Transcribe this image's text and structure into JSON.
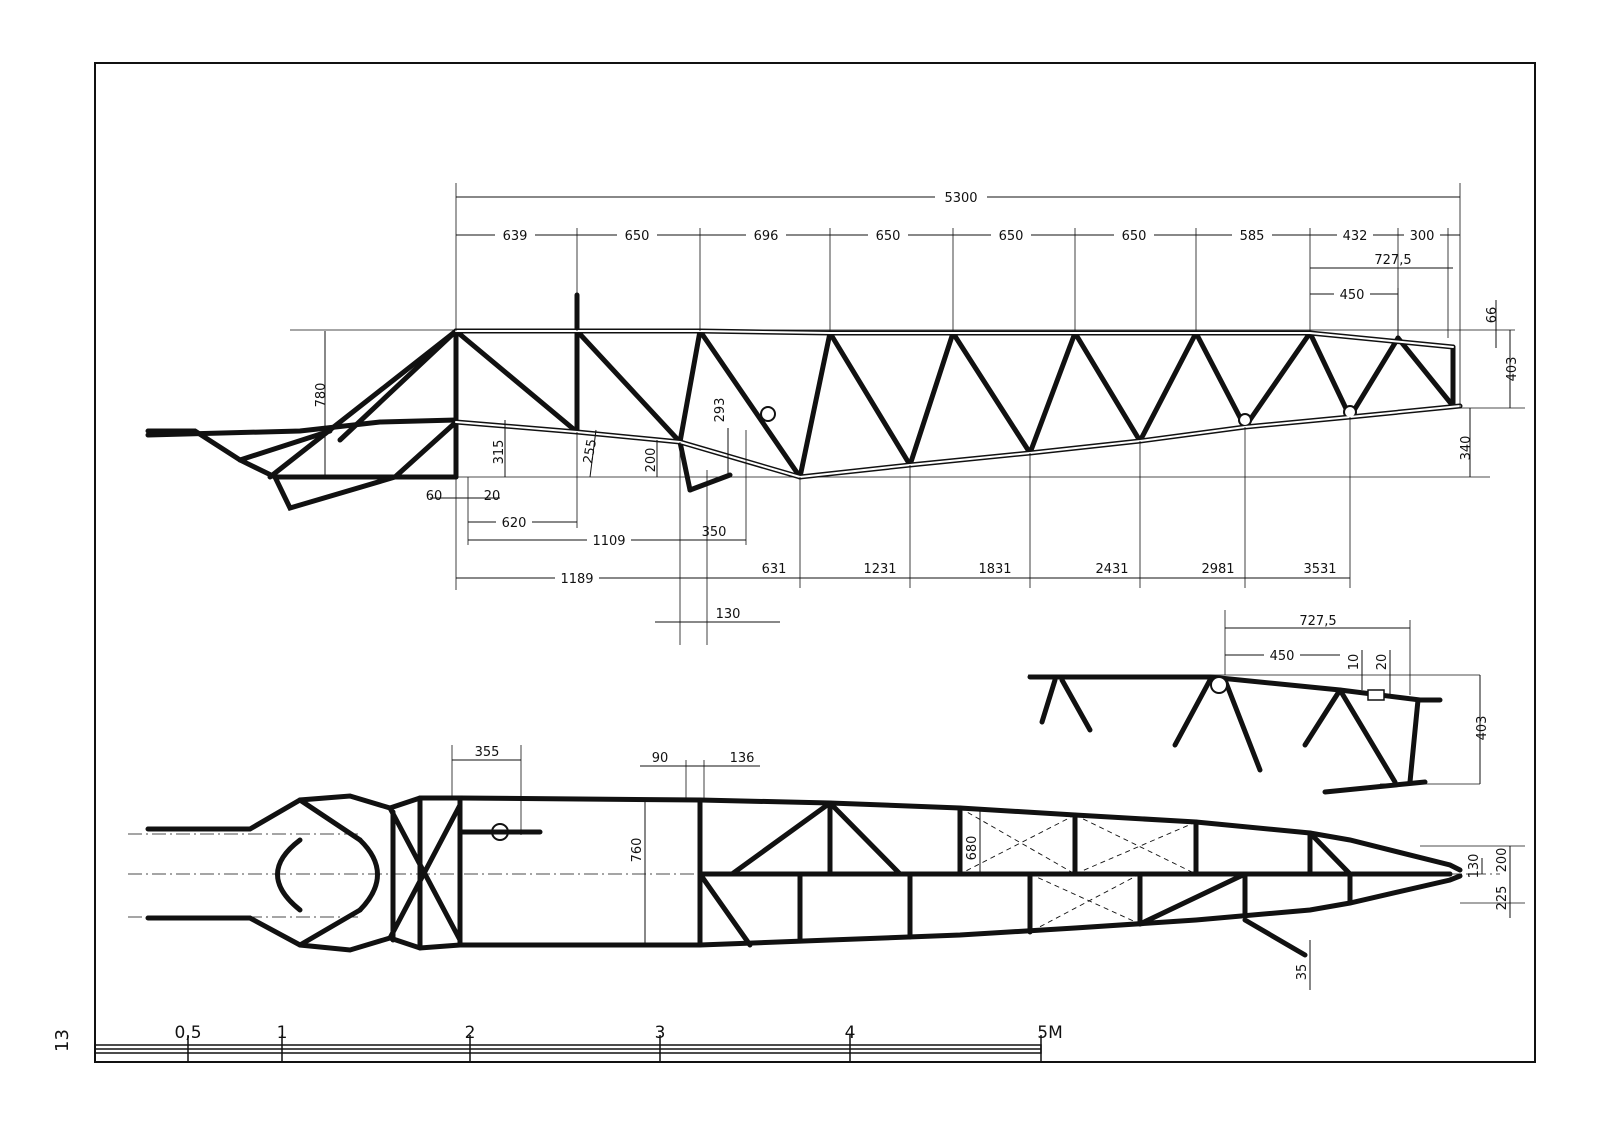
{
  "page_number": "13",
  "side_view": {
    "dims_top": {
      "overall": "5300",
      "bays": [
        "639",
        "650",
        "696",
        "650",
        "650",
        "650",
        "585",
        "432",
        "300"
      ],
      "d727": "727,5",
      "d450": "450",
      "d66": "66",
      "d403": "403",
      "d340": "340"
    },
    "dims_left": {
      "d780": "780",
      "d315": "315",
      "d255": "255",
      "d200": "200",
      "d293": "293",
      "d60": "60",
      "d20": "20",
      "d620": "620",
      "d1109": "1109",
      "d350": "350",
      "d1189": "1189",
      "d130": "130"
    },
    "dims_bottom": [
      "631",
      "1231",
      "1831",
      "2431",
      "2981",
      "3531"
    ]
  },
  "detail_view": {
    "d727": "727,5",
    "d450": "450",
    "d10": "10",
    "d20": "20",
    "d403": "403"
  },
  "plan_view": {
    "d355": "355",
    "d90": "90",
    "d136": "136",
    "d760": "760",
    "d680": "680",
    "d130": "130",
    "d200": "200",
    "d225": "225",
    "d35": "35"
  },
  "scale_bar": {
    "labels": [
      "0,5",
      "1",
      "2",
      "3",
      "4",
      "5M"
    ]
  }
}
